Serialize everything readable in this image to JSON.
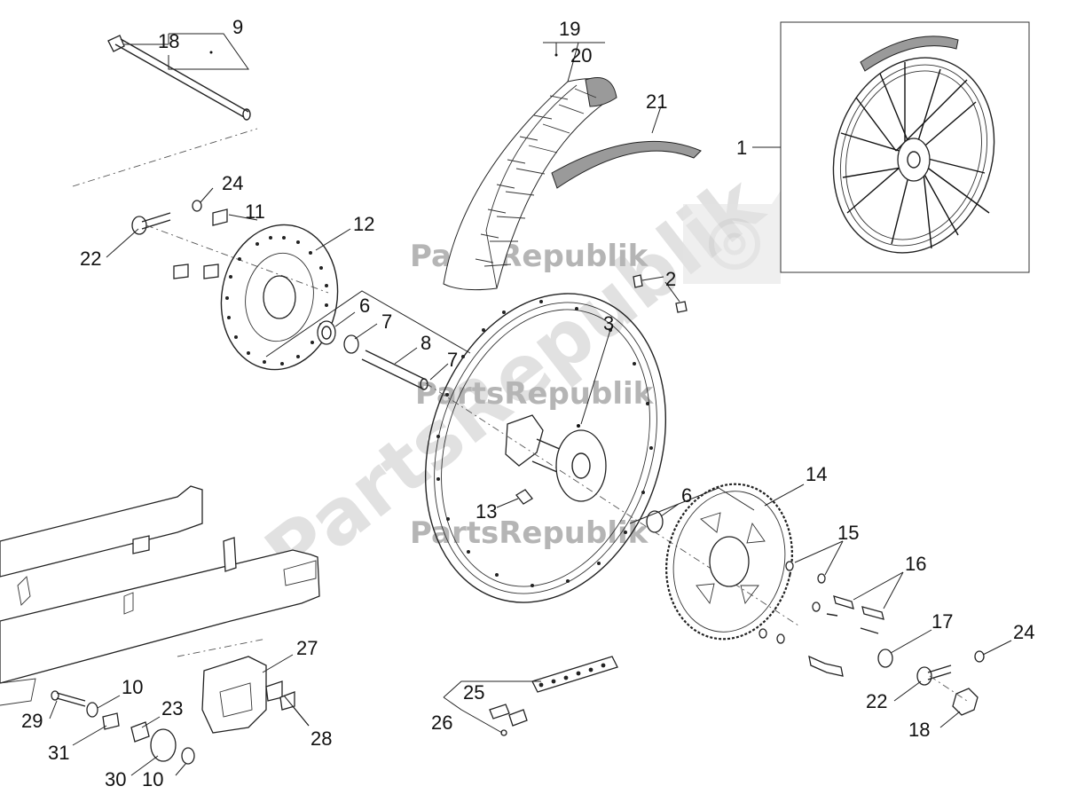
{
  "watermark": {
    "brand": "PartsRepublik",
    "diagonal": "PartsRepublik"
  },
  "callouts": {
    "c1": "1",
    "c2": "2",
    "c3": "3",
    "c6a": "6",
    "c6b": "6",
    "c7a": "7",
    "c7b": "7",
    "c8": "8",
    "c9": "9",
    "c10a": "10",
    "c10b": "10",
    "c11": "11",
    "c12": "12",
    "c13": "13",
    "c14": "14",
    "c15": "15",
    "c16": "16",
    "c17": "17",
    "c18a": "18",
    "c18b": "18",
    "c19": "19",
    "c20": "20",
    "c21": "21",
    "c22a": "22",
    "c22b": "22",
    "c23": "23",
    "c24a": "24",
    "c24b": "24",
    "c25": "25",
    "c26": "26",
    "c27": "27",
    "c28": "28",
    "c29": "29",
    "c30": "30",
    "c31": "31"
  },
  "colors": {
    "line": "#222222",
    "watermark": "#bfbfbf",
    "tire_fill": "#9a9a9a",
    "background": "#ffffff"
  }
}
